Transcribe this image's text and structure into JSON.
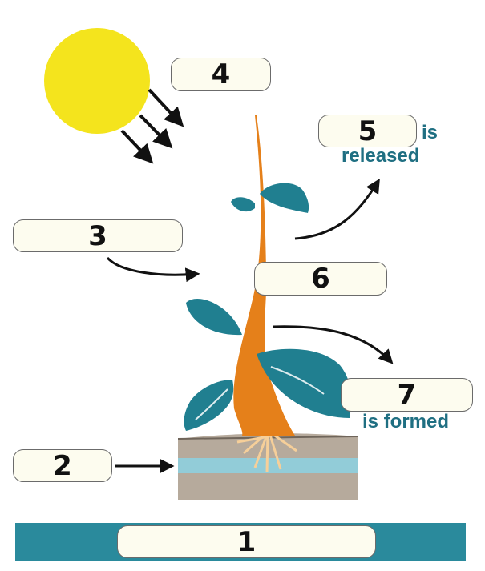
{
  "labels": {
    "l1": "1",
    "l2": "2",
    "l3": "3",
    "l4": "4",
    "l5": "5",
    "l6": "6",
    "l7": "7"
  },
  "captions": {
    "is_word": "is",
    "released": "released",
    "is_formed": "is formed"
  },
  "colors": {
    "sun": "#f4e41d",
    "stem": "#e5801a",
    "leaf": "#207f90",
    "soil": "#b6aa9c",
    "water": "#92ccd8",
    "roots": "#f6cf99",
    "banner": "#2a8a9c",
    "caption_text": "#1f6f82"
  }
}
